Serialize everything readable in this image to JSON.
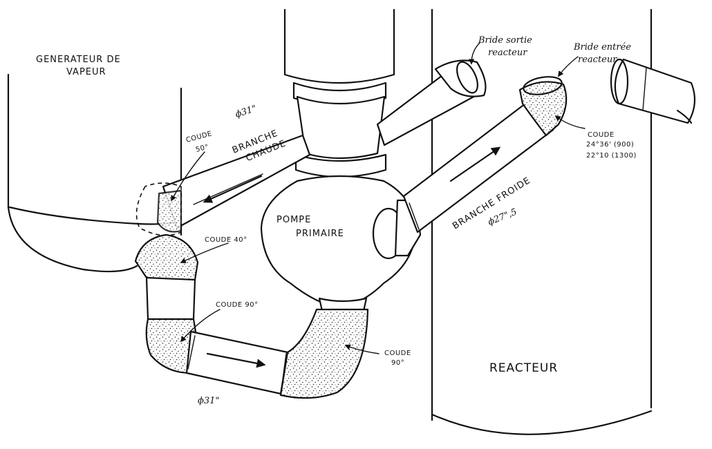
{
  "title_steam_generator_line1": "GENERATEUR DE",
  "title_steam_generator_line2": "VAPEUR",
  "label_reactor": "REACTEUR",
  "label_pump_line1": "POMPE",
  "label_pump_line2": "PRIMAIRE",
  "label_hot_branch_line1": "BRANCHE",
  "label_hot_branch_line2": "CHAUDE",
  "hot_branch_diameter": "ϕ31\"",
  "label_cold_branch": "BRANCHE FROIDE",
  "cold_branch_diameter": "ϕ27\",5",
  "crossover_diameter": "ϕ31\"",
  "label_outlet_flange_line1": "Bride sortie",
  "label_outlet_flange_line2": "reacteur",
  "label_inlet_flange_line1": "Bride entrée",
  "label_inlet_flange_line2": "reacteur",
  "elbow_50_line1": "COUDE",
  "elbow_50_line2": "50°",
  "elbow_40": "COUDE 40°",
  "elbow_90_left": "COUDE 90°",
  "elbow_90_right_line1": "COUDE",
  "elbow_90_right_line2": "90°",
  "elbow_inlet_line1": "COUDE",
  "elbow_inlet_line2": "24°36' (900)",
  "elbow_inlet_line3": "22°10 (1300)"
}
